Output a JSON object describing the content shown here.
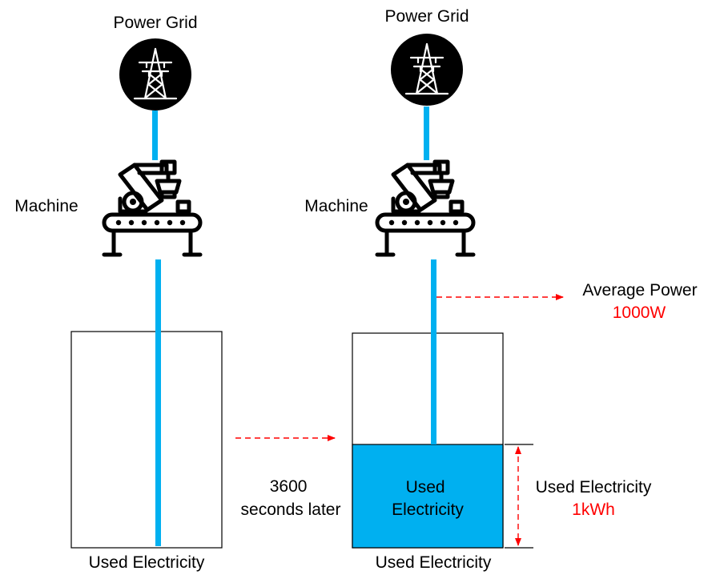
{
  "colors": {
    "wire": "#00b0f0",
    "fill": "#00b0f0",
    "arrow": "#ff0000",
    "highlight_text": "#ff0000",
    "icon": "#000000"
  },
  "icons": {
    "grid": "transmission-tower-icon",
    "machine": "robotic-arm-conveyor-icon"
  },
  "left_scene": {
    "grid_label": "Power Grid",
    "machine_label": "Machine",
    "container_label": "Used Electricity"
  },
  "transition": {
    "time_line1": "3600",
    "time_line2": "seconds later"
  },
  "right_scene": {
    "grid_label": "Power Grid",
    "machine_label": "Machine",
    "container_label": "Used Electricity",
    "fill_label_line1": "Used",
    "fill_label_line2": "Electricity",
    "average_power_label": "Average Power",
    "average_power_value": "1000W",
    "used_label": "Used Electricity",
    "used_value": "1kWh"
  }
}
